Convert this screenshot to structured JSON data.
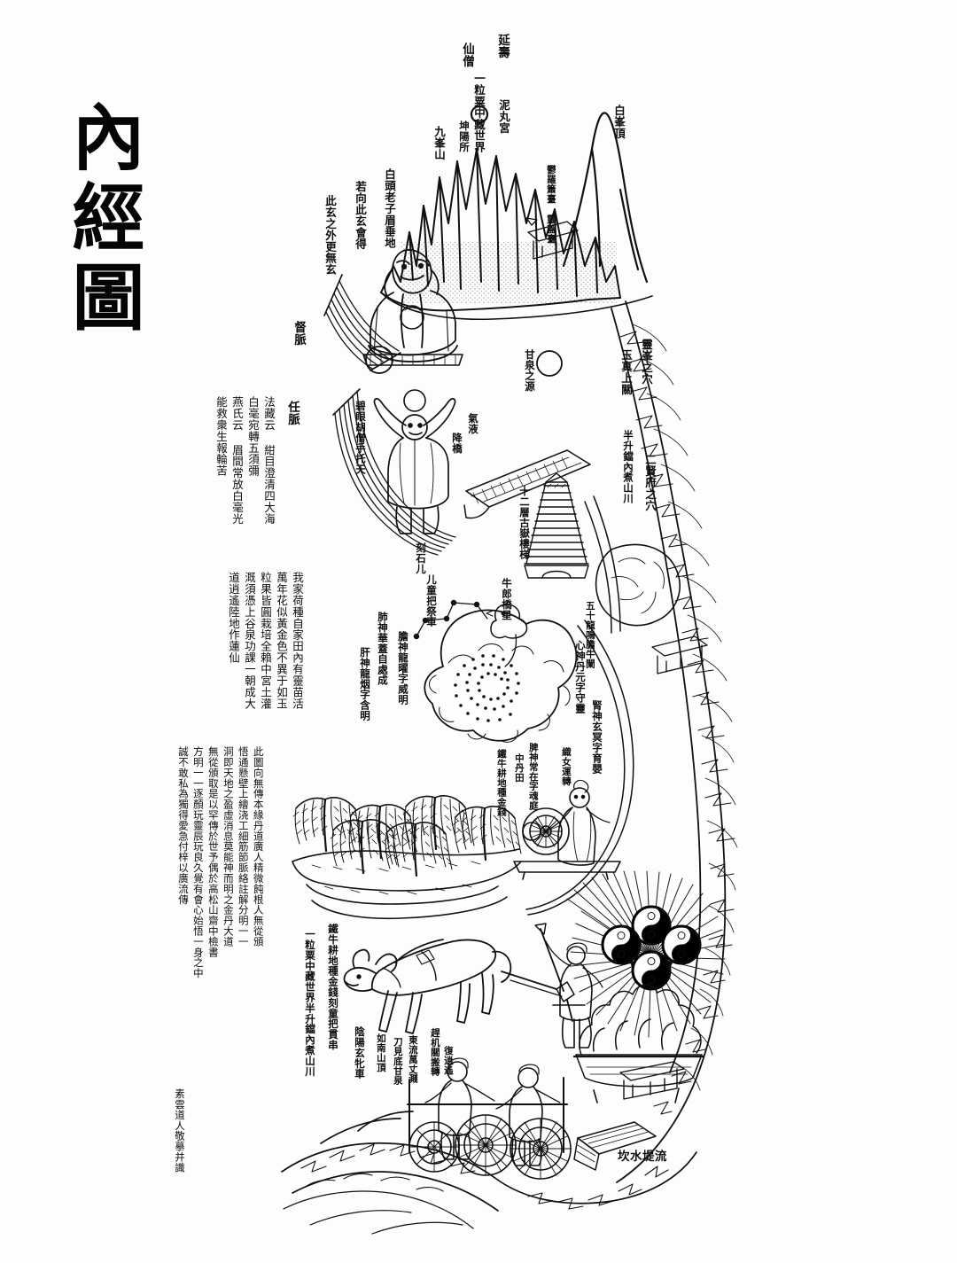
{
  "document": {
    "title": "內經圖",
    "title_romanized": "Neijing Tu",
    "medium": "woodblock line drawing, black ink on white ground",
    "orientation": "vertical scroll"
  },
  "colors": {
    "ink": "#0d0d0d",
    "paper": "#fdfdfc",
    "accent": "#000000"
  },
  "labels": {
    "head_region": [
      {
        "id": "yanshou",
        "text": "延壽"
      },
      {
        "id": "xianseng",
        "text": "仙僧"
      },
      {
        "id": "yicu",
        "text": "一粒粟中藏世界"
      },
      {
        "id": "kunyangsuo",
        "text": "坤陽所"
      },
      {
        "id": "niwangong",
        "text": "泥丸宮"
      },
      {
        "id": "jiufengshan",
        "text": "九峯山"
      },
      {
        "id": "baifengding",
        "text": "白峯頂"
      },
      {
        "id": "zixiaolinglaitai",
        "text": "鬱羅簫臺 靈蓋臺"
      },
      {
        "id": "laozi_brow",
        "text": "白頭老子眉垂地"
      },
      {
        "id": "ruoxiang",
        "text": "若向此玄會得"
      },
      {
        "id": "cixuan",
        "text": "此玄之外更無玄"
      },
      {
        "id": "dumai",
        "text": "督脈"
      },
      {
        "id": "renmai",
        "text": "任脈"
      }
    ],
    "upper_middle": [
      {
        "id": "biyanhuseng",
        "text": "碧眼胡僧手托天"
      },
      {
        "id": "qiye",
        "text": "氣液"
      },
      {
        "id": "jiangqiao",
        "text": "降橋"
      },
      {
        "id": "ganquanzhiyuan",
        "text": "甘泉之源"
      },
      {
        "id": "lingfengzhixue",
        "text": "靈峯之穴"
      },
      {
        "id": "yuzhenshangguan",
        "text": "玉真上關"
      },
      {
        "id": "banshengdang",
        "text": "半升鐺內煮山川"
      },
      {
        "id": "erxianfu",
        "text": "二賢府之穴"
      },
      {
        "id": "shierceng",
        "text": "十二層古嶽樓梯"
      },
      {
        "id": "keshier",
        "text": "刻石儿"
      },
      {
        "id": "ertongbajiao",
        "text": "儿童把祭車"
      }
    ],
    "middle_dantian": [
      {
        "id": "feishen",
        "text": "肺神華蓋自處成"
      },
      {
        "id": "danshen",
        "text": "膽神龍曜字威明"
      },
      {
        "id": "ganshen",
        "text": "肝神龍烟字含明"
      },
      {
        "id": "xinshen",
        "text": "心神丹元字守靈"
      },
      {
        "id": "shenshen",
        "text": "腎神玄冥字育嬰"
      },
      {
        "id": "pishen",
        "text": "脾神常在字魂庭"
      },
      {
        "id": "zhongdantian",
        "text": "中丹田"
      },
      {
        "id": "niulangqiaoxing",
        "text": "牛郎橋星"
      },
      {
        "id": "wushilongming",
        "text": "五十龍鳴膽牛闌"
      },
      {
        "id": "zhinvyunzhuan",
        "text": "織女運轉"
      },
      {
        "id": "tieniu_right",
        "text": "鐵牛耕地種金錢"
      }
    ],
    "lower_region": [
      {
        "id": "tieniugengdi",
        "text": "鐵牛耕地種金錢刻童把貫串"
      },
      {
        "id": "yilisu",
        "text": "一粒粟中藏世界半升鐺內煮山川"
      },
      {
        "id": "yinyangxuanpin",
        "text": "陰陽玄牝車"
      },
      {
        "id": "zhenji",
        "text": "趕机關搬轉"
      },
      {
        "id": "donglu",
        "text": "東流萬丈濺"
      },
      {
        "id": "daoyuan",
        "text": "刀見底甘泉"
      },
      {
        "id": "runanshanding",
        "text": "如南山頂"
      },
      {
        "id": "fudao",
        "text": "復逍遙"
      },
      {
        "id": "kanshuiditiliu",
        "text": "坎水堤流"
      }
    ],
    "text_blocks": [
      {
        "id": "renmai-fazang",
        "heading": "任脈",
        "lines": [
          "法藏云 紺目澄清四大海",
          "白毫宛轉五須彌",
          "燕氏云 眉間常放白毫光",
          "能救衆生報輪苦"
        ]
      },
      {
        "id": "lotus-poem",
        "heading": "",
        "lines": [
          "我家荷種自家田內有靈苗活",
          "萬年花似黃金色不異于如玉",
          "粒果皆圓栽培全賴中宮土灌",
          "溉須憑上谷泉功課一朝成大",
          "道逍遙陸地作蓮仙"
        ]
      },
      {
        "id": "colophon",
        "heading": "",
        "lines": [
          "此圖向無傳本緣丹道廣人精微飩根人無從頒",
          "悟通懸壁上繪浇工細筋節脈絡註解分明一一",
          "洞即天地之盈虛消息莫能神而明之金丹大道",
          "無從頒取是以罕傳於世予偶於高松山齋中檢書",
          "方明一一逐顏玩靈辰玩良久覺有會心始悟一身之中",
          "誠不敢私為獨得愛急付梓以廣流傳",
          "素雲道人敬摹并識"
        ]
      }
    ]
  },
  "figures": [
    {
      "id": "laozi",
      "name": "白頭老子 (White-haired Laozi)"
    },
    {
      "id": "huseng",
      "name": "碧眼胡僧 (Blue-eyed foreign monk)"
    },
    {
      "id": "children",
      "name": "牧童 (herding children)"
    },
    {
      "id": "weaving-maid",
      "name": "織女 (weaving maiden)"
    },
    {
      "id": "iron-ox",
      "name": "鐵牛 (iron ox)"
    },
    {
      "id": "water-wheel",
      "name": "水車 (tread water-wheel)"
    },
    {
      "id": "taiji-cluster",
      "name": "四太極 (four taiji symbols)"
    },
    {
      "id": "pagoda",
      "name": "十二層塔 (twelve-storey pagoda)"
    },
    {
      "id": "willows",
      "name": "垂柳 (weeping willows)"
    }
  ]
}
